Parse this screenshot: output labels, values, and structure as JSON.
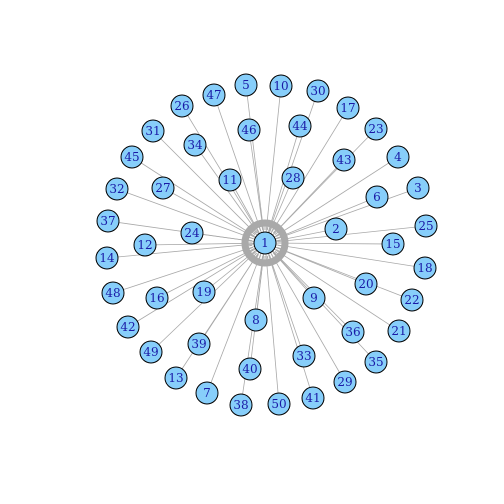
{
  "colors": {
    "node_fill": "#87cefa",
    "node_stroke": "#000000",
    "label": "#1a1aa6",
    "edge": "#a9a9a9"
  },
  "graph": {
    "hub": "1",
    "nodes": [
      "1",
      "2",
      "3",
      "4",
      "5",
      "6",
      "7",
      "8",
      "9",
      "10",
      "11",
      "12",
      "13",
      "14",
      "15",
      "16",
      "17",
      "18",
      "19",
      "20",
      "21",
      "22",
      "23",
      "24",
      "25",
      "26",
      "27",
      "28",
      "29",
      "30",
      "31",
      "32",
      "33",
      "34",
      "35",
      "36",
      "37",
      "38",
      "39",
      "40",
      "41",
      "42",
      "43",
      "44",
      "45",
      "46",
      "47",
      "48",
      "49",
      "50"
    ],
    "edges_from_hub": [
      "2",
      "3",
      "4",
      "5",
      "6",
      "7",
      "8",
      "9",
      "10",
      "11",
      "12",
      "13",
      "14",
      "15",
      "16",
      "17",
      "18",
      "19",
      "20",
      "21",
      "22",
      "23",
      "24",
      "25",
      "26",
      "27",
      "28",
      "29",
      "30",
      "31",
      "32",
      "33",
      "34",
      "35",
      "36",
      "37",
      "38",
      "39",
      "40",
      "41",
      "42",
      "43",
      "44",
      "45",
      "46",
      "47",
      "48",
      "49",
      "50"
    ],
    "self_loop_on_hub": true
  }
}
